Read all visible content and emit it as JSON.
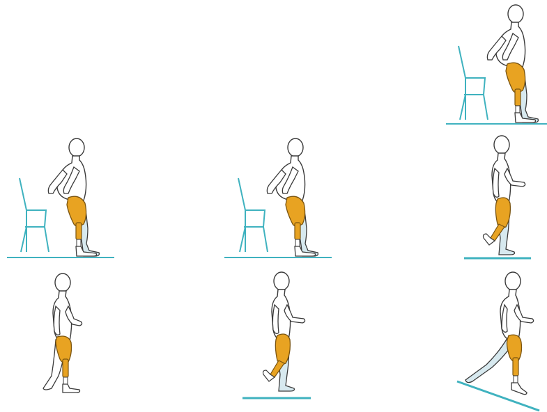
{
  "colors": {
    "outline": "#3a3a3a",
    "skin": "#ffffff",
    "socket": "#e8a322",
    "socket_edge": "#7a5410",
    "shade": "#d7e9ef",
    "floor": "#3fb2bf",
    "chair": "#3fb2bf"
  },
  "figures": [
    {
      "id": "fig-1",
      "pose": "stand-chair-support",
      "prop": "chair"
    },
    {
      "id": "fig-2",
      "pose": "stand-chair-support",
      "prop": "chair"
    },
    {
      "id": "fig-3",
      "pose": "stand-chair-support",
      "prop": "chair"
    },
    {
      "id": "fig-4",
      "pose": "step-forward-knee-flex",
      "prop": "floor"
    },
    {
      "id": "fig-5",
      "pose": "stand-free",
      "prop": "none"
    },
    {
      "id": "fig-6",
      "pose": "step-forward-knee-flex",
      "prop": "floor"
    },
    {
      "id": "fig-7",
      "pose": "walk-downhill",
      "prop": "slope"
    }
  ]
}
